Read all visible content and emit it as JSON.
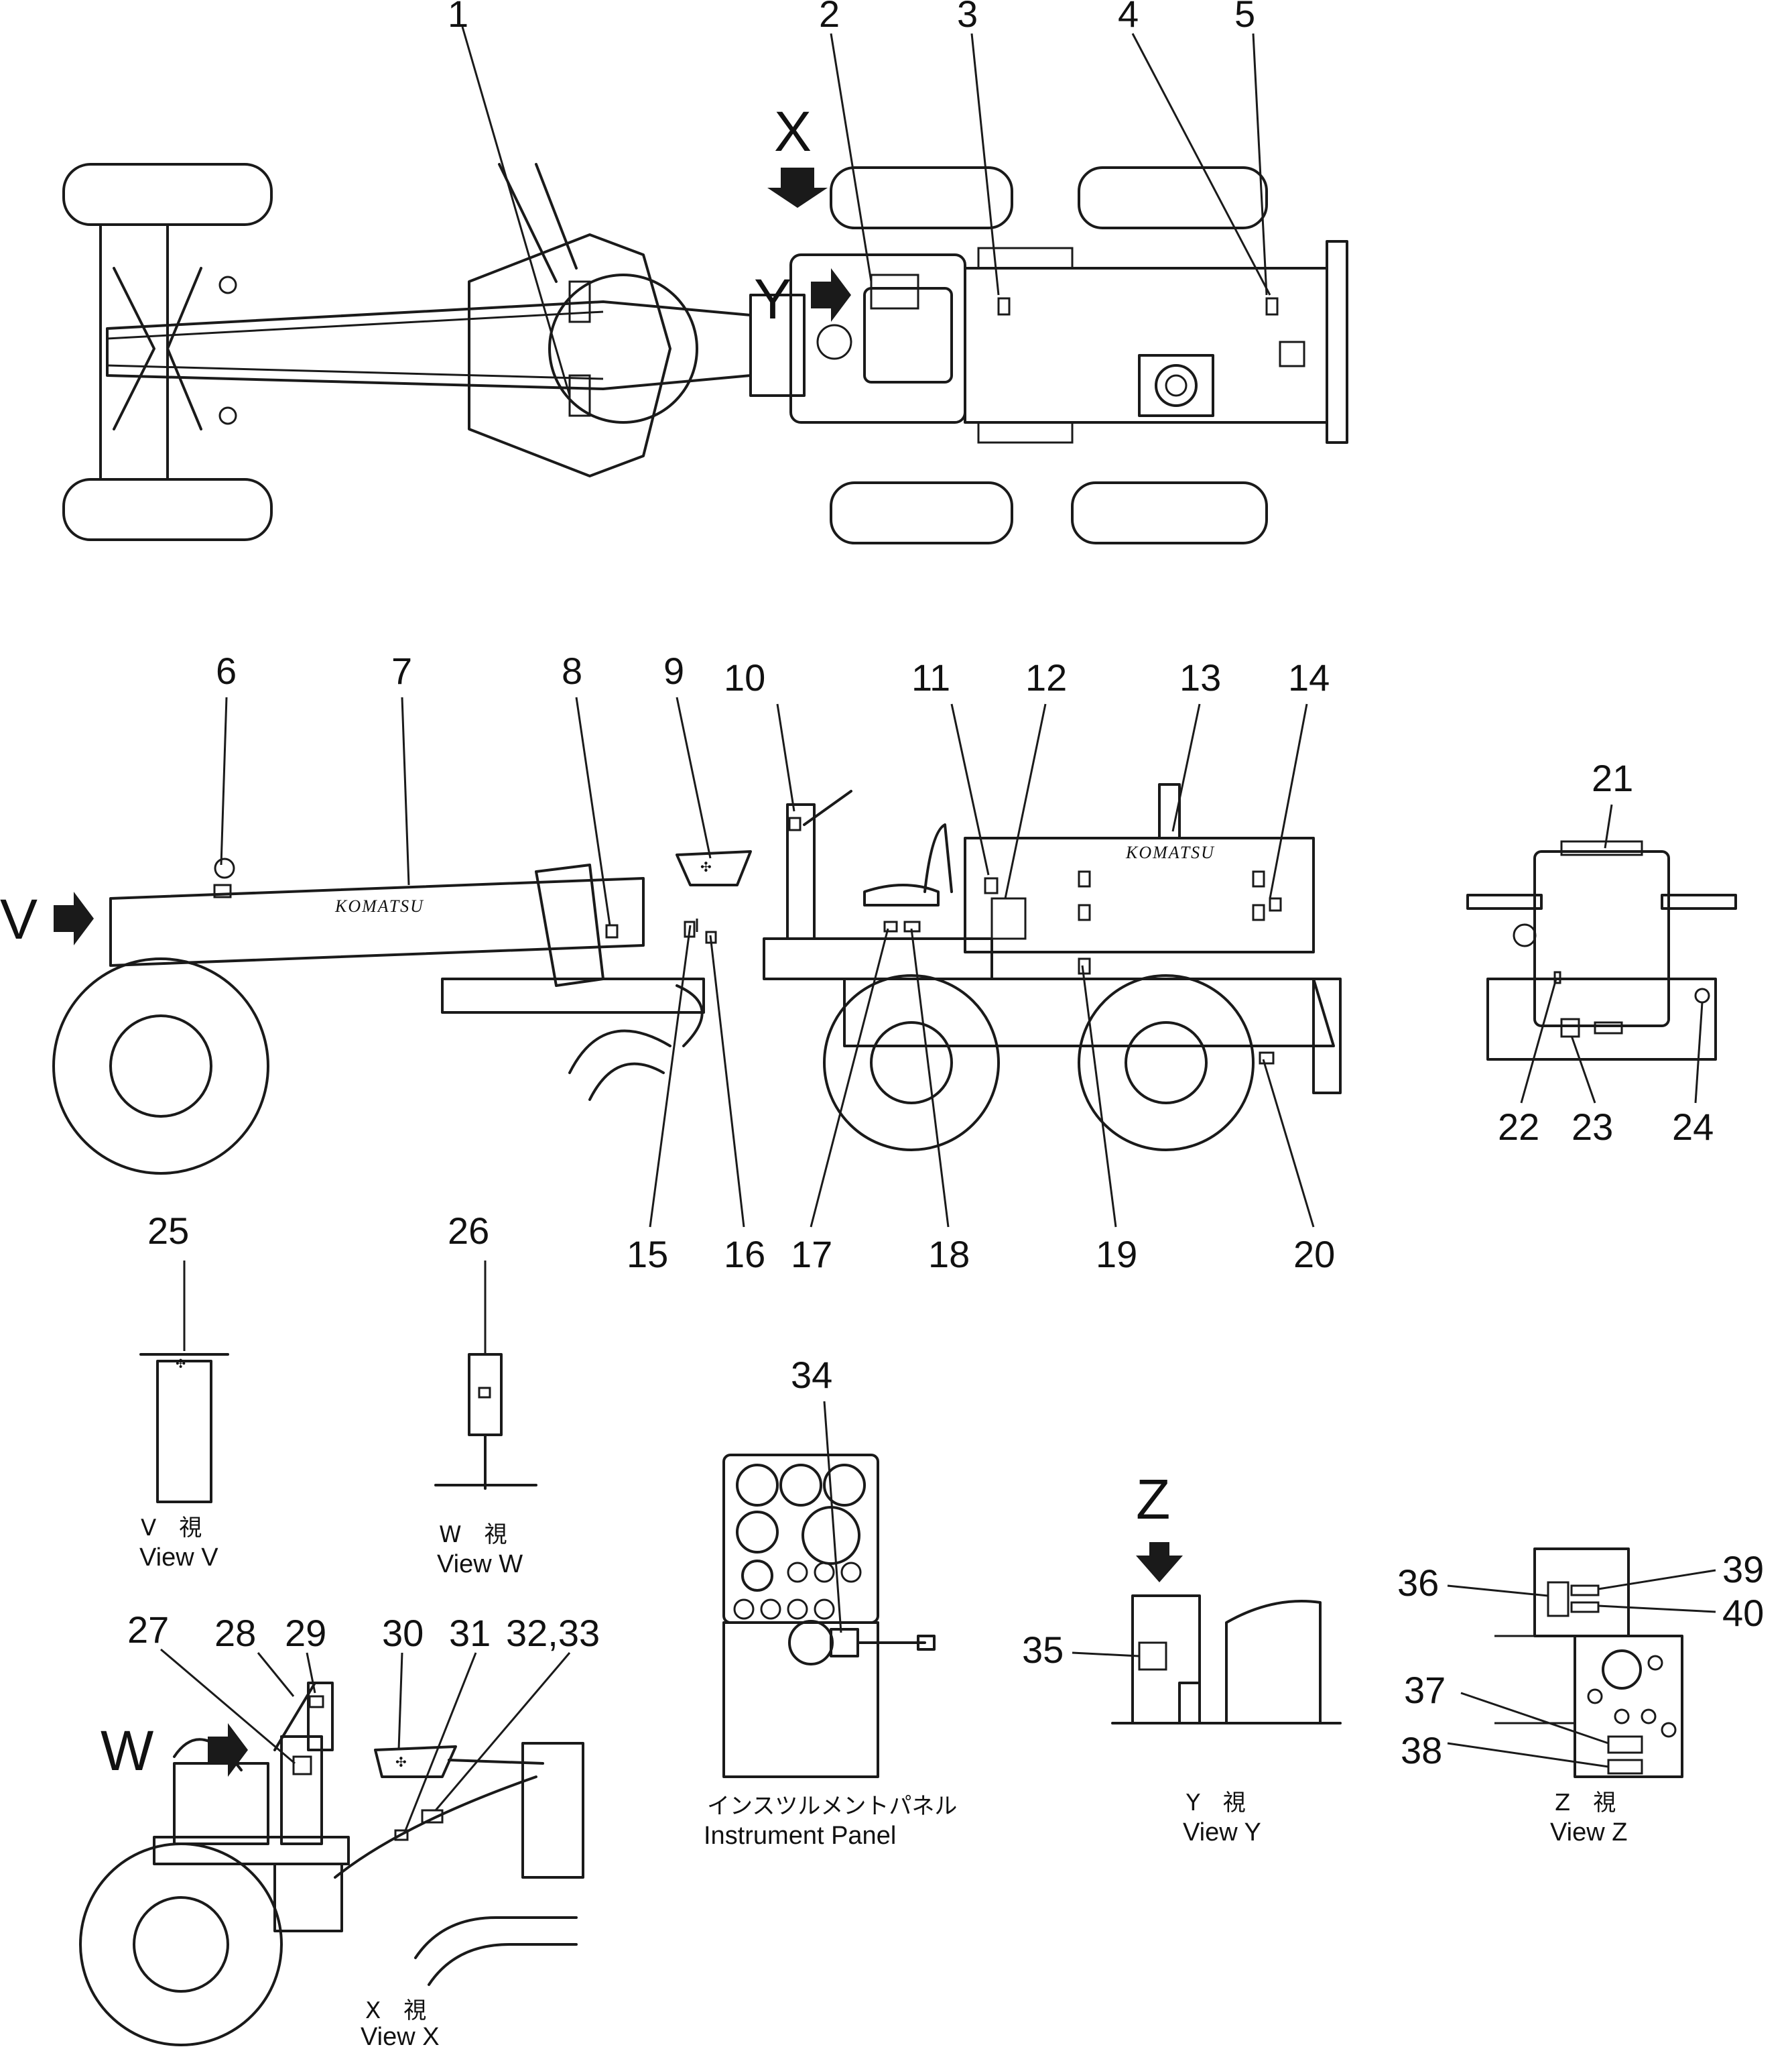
{
  "callouts": [
    "1",
    "2",
    "3",
    "4",
    "5",
    "6",
    "7",
    "8",
    "9",
    "10",
    "11",
    "12",
    "13",
    "14",
    "15",
    "16",
    "17",
    "18",
    "19",
    "20",
    "21",
    "22",
    "23",
    "24",
    "25",
    "26",
    "27",
    "28",
    "29",
    "30",
    "31",
    "32,33",
    "34",
    "35",
    "36",
    "37",
    "38",
    "39",
    "40"
  ],
  "view_letters": {
    "x": "X",
    "y": "Y",
    "v": "V",
    "w": "W",
    "z": "Z"
  },
  "brand": "KOMATSU",
  "captions": {
    "view_v_jp": "V　視",
    "view_v": "View V",
    "view_w_jp": "W　視",
    "view_w": "View W",
    "view_x_jp": "X　視",
    "view_x": "View X",
    "view_y_jp": "Y　視",
    "view_y": "View Y",
    "view_z_jp": "Z　視",
    "view_z": "View Z",
    "panel_jp": "インスツルメントパネル",
    "panel": "Instrument Panel"
  }
}
